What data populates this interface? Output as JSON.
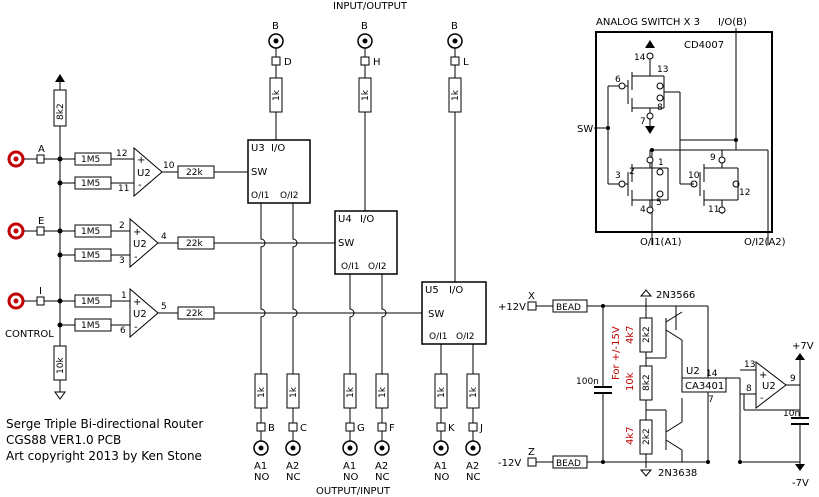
{
  "title_block": {
    "line1": "Serge Triple Bi-directional Router",
    "line2": "CGS88 VER1.0 PCB",
    "line3": "Art copyright 2013 by Ken Stone"
  },
  "headers": {
    "input_output": "INPUT/OUTPUT",
    "output_input": "OUTPUT/INPUT",
    "control": "CONTROL",
    "analog_switch": "ANALOG SWITCH X 3"
  },
  "jacks": {
    "top": [
      {
        "label": "B",
        "pad": "D"
      },
      {
        "label": "B",
        "pad": "H"
      },
      {
        "label": "B",
        "pad": "L"
      }
    ],
    "bottom": [
      {
        "pad": "B",
        "name": "A1",
        "sub": "NO"
      },
      {
        "pad": "C",
        "name": "A2",
        "sub": "NC"
      },
      {
        "pad": "G",
        "name": "A1",
        "sub": "NO"
      },
      {
        "pad": "F",
        "name": "A2",
        "sub": "NC"
      },
      {
        "pad": "K",
        "name": "A1",
        "sub": "NO"
      },
      {
        "pad": "J",
        "name": "A2",
        "sub": "NC"
      }
    ],
    "control": [
      {
        "pad": "A"
      },
      {
        "pad": "E"
      },
      {
        "pad": "I"
      }
    ]
  },
  "comparators": [
    {
      "name": "U2",
      "in_plus": "12",
      "in_minus": "11",
      "out": "10"
    },
    {
      "name": "U2",
      "in_plus": "2",
      "in_minus": "3",
      "out": "4"
    },
    {
      "name": "U2",
      "in_plus": "1",
      "in_minus": "6",
      "out": "5"
    }
  ],
  "switches": [
    {
      "name": "U3",
      "io": "I/O",
      "sw": "SW",
      "o1": "O/I1",
      "o2": "O/I2"
    },
    {
      "name": "U4",
      "io": "I/O",
      "sw": "SW",
      "o1": "O/I1",
      "o2": "O/I2"
    },
    {
      "name": "U5",
      "io": "I/O",
      "sw": "SW",
      "o1": "O/I1",
      "o2": "O/I2"
    }
  ],
  "resistors": {
    "input": "1M5",
    "output": "22k",
    "jack": "1k",
    "pullup": "8k2",
    "pulldown": "10k"
  },
  "symbols": {
    "plus": "+",
    "minus": "-"
  },
  "analog_switch": {
    "chip": "CD4007",
    "io": "I/O(B)",
    "sw": "SW",
    "out1": "O/I1(A1)",
    "out2": "O/I2(A2)",
    "pins": [
      "14",
      "13",
      "6",
      "8",
      "7",
      "2",
      "1",
      "9",
      "3",
      "10",
      "12",
      "5",
      "4",
      "11"
    ]
  },
  "power": {
    "plus12": "+12V",
    "minus12": "-12V",
    "x": "X",
    "z": "Z",
    "bead": "BEAD",
    "cap100n": "100n",
    "note": "For +/-15V",
    "r_top": "2k2",
    "r_top_alt": "4k7",
    "r_mid": "8k2",
    "r_mid_alt": "10k",
    "r_bot": "2k2",
    "r_bot_alt": "4k7",
    "q_top": "2N3566",
    "q_bot": "2N3638",
    "reg_chip": "U2",
    "reg_part": "CA3401",
    "reg_pin14": "14",
    "reg_pin7": "7",
    "buf_name": "U2",
    "buf_pin13": "13",
    "buf_pin8": "8",
    "buf_pin9": "9",
    "plus7": "+7V",
    "minus7": "-7V",
    "cap10n": "10n"
  }
}
